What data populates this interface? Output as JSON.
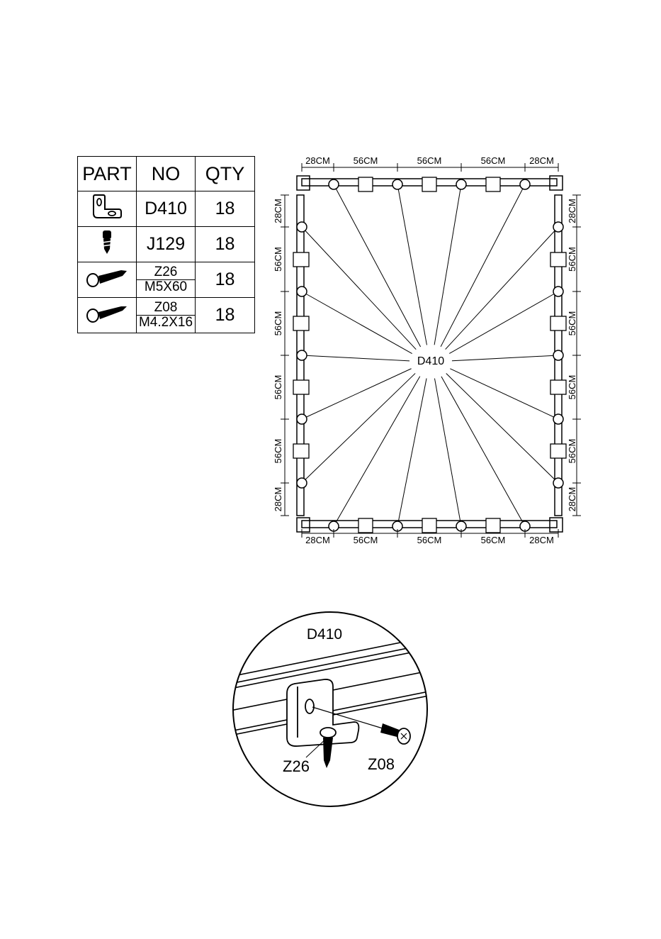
{
  "parts_table": {
    "headers": [
      "PART",
      "NO",
      "QTY"
    ],
    "rows": [
      {
        "icon": "l-bracket-icon",
        "no": [
          "D410"
        ],
        "qty": "18"
      },
      {
        "icon": "dowel-screw-icon",
        "no": [
          "J129"
        ],
        "qty": "18"
      },
      {
        "icon": "bolt-icon",
        "no": [
          "Z26",
          "M5X60"
        ],
        "qty": "18"
      },
      {
        "icon": "wood-screw-icon",
        "no": [
          "Z08",
          "M4.2X16"
        ],
        "qty": "18"
      }
    ]
  },
  "frame_diagram": {
    "center_label": "D410",
    "top_dimensions": [
      "28CM",
      "56CM",
      "56CM",
      "56CM",
      "28CM"
    ],
    "bottom_dimensions": [
      "28CM",
      "56CM",
      "56CM",
      "56CM",
      "28CM"
    ],
    "left_dimensions": [
      "28CM",
      "56CM",
      "56CM",
      "56CM",
      "56CM",
      "28CM"
    ],
    "right_dimensions": [
      "28CM",
      "56CM",
      "56CM",
      "56CM",
      "56CM",
      "28CM"
    ]
  },
  "detail_view": {
    "title": "D410",
    "labels": {
      "bolt": "Z26",
      "screw": "Z08"
    }
  }
}
